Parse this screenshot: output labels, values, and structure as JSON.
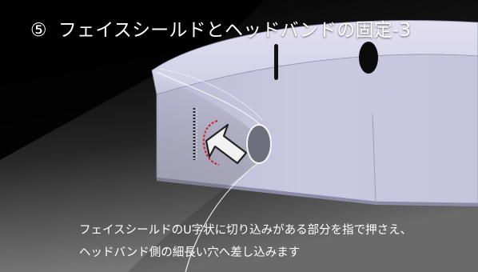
{
  "slide": {
    "step_number": "⑤",
    "title": "フェイスシールドとヘッドバンドの固定-3",
    "caption_lines": [
      "フェイスシールドのU字状に切り込みがある部分を指で押さえ、",
      "ヘッドバンド側の細長い穴へ差し込みます"
    ]
  },
  "colors": {
    "background_top": "#000000",
    "background_bottom": "#5a5a5a",
    "band_face": "#c9c7df",
    "band_top": "#d6d4e8",
    "arrow_fill": "#f2f2f2",
    "mark_red": "#cc2222",
    "text": "#ffffff"
  },
  "icons": {
    "arrow": "push-arrow-icon",
    "u_cut": "u-cut-mark-icon"
  }
}
